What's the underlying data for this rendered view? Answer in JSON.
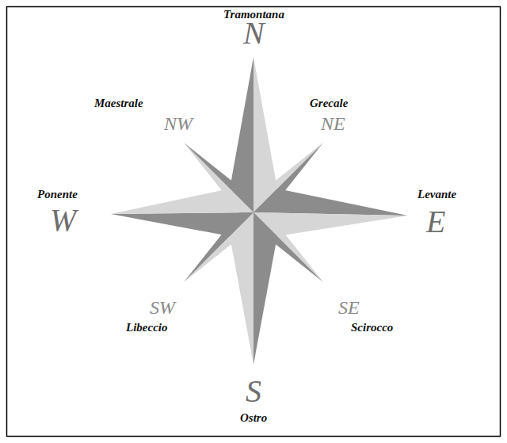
{
  "diagram": {
    "labels": [
      "Tramontana",
      "N",
      "Maestrale",
      "NW",
      "Grecale",
      "NE",
      "Ponente",
      "W",
      "Levante",
      "E",
      "SW",
      "Libeccio",
      "SE",
      "Scirocco",
      "S",
      "Ostro"
    ]
  }
}
